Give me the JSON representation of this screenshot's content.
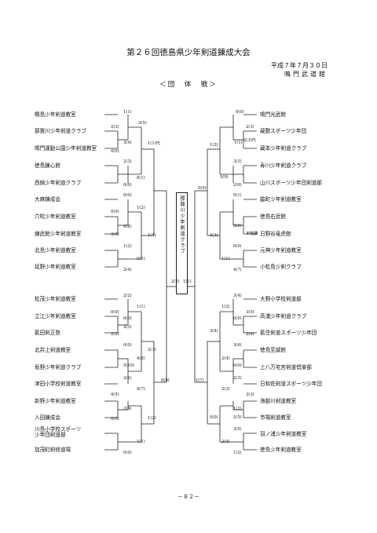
{
  "header": {
    "title": "第２６回徳島県少年剣道錬成大会",
    "date": "平成７年７月３０日",
    "venue": "鳴門武道館",
    "section": "＜団　体　戦＞"
  },
  "bracket": {
    "left_top": [
      "鴨島少年剣道教室",
      "那賀川少年剣道クラブ",
      "鳴門運動公園少年剣道教室",
      "徳島錬心館",
      "西納少年剣道クラブ",
      "大麻錬成会",
      "穴吹少年剣道教室",
      "練武館少年剣道教室",
      "北島少年剣道教室",
      "延野少年剣道教室"
    ],
    "left_bottom": [
      "松茂少年剣道教室",
      "立江少年剣道教室",
      "藍田剣正塾",
      "北井上剣道教室",
      "坂野少年剣道クラブ",
      "津田小学校剣道教室",
      "新野少年剣道教室",
      "入田錬成会",
      "川島小学校スポーツ",
      "少年団剣道部",
      "加茂町剣修道場"
    ],
    "right_top": [
      "鳴門光武館",
      "蔵敷スポーツ少年団",
      "蔵本少年剣道クラブ",
      "寿川少年剣道クラブ",
      "山川スポーツ少年団剣道部",
      "脇町少年剣道教室",
      "徳島右武館",
      "日野谷竜虎館",
      "元神少年剣道教室",
      "小松島少剣クラブ"
    ],
    "right_bottom": [
      "大野小学校剣道部",
      "高浦少年剣道クラブ",
      "藍住剣道スポーツ少年団",
      "徳島至誠館",
      "上八万宅宮剣道倶楽部",
      "日和佐剣道スポーツ少年団",
      "海部川剣道教室",
      "市場剣道教室",
      "羽ノ浦少年剣道教室",
      "徳島少年剣道教室"
    ],
    "champion": "那賀川少年剣道クラブ",
    "scores": [
      "1(1)",
      "3(5)",
      "2(3)",
      "3(4)",
      "0(0)",
      "1(1)代",
      "2(3)",
      "0(1)",
      "0(0)",
      "0(0)",
      "1(2)",
      "0(0)",
      "4(8)",
      "3(6)",
      "1(1)",
      "1(2)",
      "0(1)",
      "2(4)",
      "2(2)",
      "1(1)",
      "0(0)",
      "0(0)",
      "2(3)",
      "2(2)",
      "2(3)",
      "0(0)",
      "4(8)",
      "5(10)",
      "2(2)",
      "4(7)",
      "4(5)",
      "2(4)",
      "0(0)",
      "1(2)",
      "1(1)",
      "0(0)",
      "0(0)",
      "0(0)",
      "2(3)",
      "1(2)",
      "1(1)",
      "2(3)代",
      "3(3)",
      "5(9)",
      "2(6)",
      "0(0)",
      "0(1)",
      "3(6)",
      "4(3)",
      "不戦勝",
      "0(0)",
      "1(1)",
      "4(7)",
      "1(1)",
      "3(4)",
      "1(2)",
      "3(5)",
      "0(0)",
      "2(4)",
      "3(4)",
      "3(6)",
      "2(4)",
      "0(0)",
      "2(3)",
      "2(3)",
      "3(3)",
      "1(2)",
      "2(5)",
      "1(7)",
      "0(0)",
      "3(5)",
      "2(4)",
      "1(2)",
      "2(2)"
    ],
    "final_score": "1(1)"
  },
  "footer": {
    "page": "－８２－"
  }
}
